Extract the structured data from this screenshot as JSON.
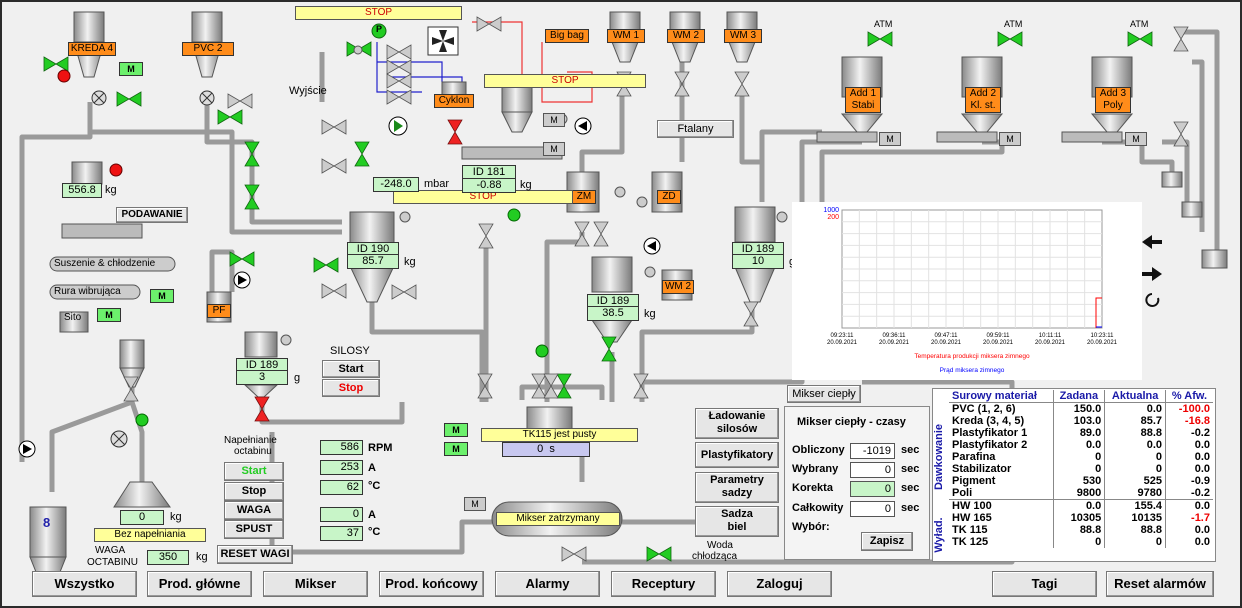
{
  "tanks": {
    "kreda4": "KREDA 4",
    "pvc2": "PVC 2",
    "cyklon": "Cyklon",
    "bigbag": "Big bag",
    "wm1": "WM 1",
    "wm2": "WM 2",
    "wm3": "WM 3",
    "zm": "ZM",
    "zd": "ZD",
    "wm2b": "WM 2",
    "pf": "PF",
    "add1a": "Add 1",
    "add1b": "Stabi",
    "add2a": "Add 2",
    "add2b": "Kl. st.",
    "add3a": "Add 3",
    "add3b": "Poly",
    "atm": "ATM",
    "p_label": "P"
  },
  "stop_bars": {
    "top": "STOP",
    "mid": "STOP",
    "lower": "STOP"
  },
  "labels": {
    "wyjscie": "Wyjście",
    "podawanie": "PODAWANIE",
    "suszenie": "Suszenie & chłodzenie",
    "rura": "Rura wibrująca",
    "sito": "Sito",
    "ftalany": "Ftalany",
    "silosy": "SILOSY",
    "woda": "Woda",
    "chlodzaca": "chłodząca",
    "napelnianie": "Napełnianie",
    "octabinu": "octabinu",
    "waga_octabinu1": "WAGA",
    "waga_octabinu2": "OCTABINU",
    "bez_napelniania": "Bez napełniania",
    "tk115": "TK115 jest pusty",
    "mikser_zatrzymany": "Mikser zatrzymany",
    "m": "M",
    "silo_num": "8"
  },
  "readings": {
    "weigh_556": "556.8",
    "unit_kg": "kg",
    "mbar_val": "-248.0",
    "mbar_unit": "mbar",
    "id181": "ID 181",
    "id181_val": "-0.88",
    "id190": "ID 190",
    "id190_val": "85.7",
    "id189_a": "ID 189",
    "id189_a_val": "38.5",
    "id189_b": "ID 189",
    "id189_b_val": "10",
    "id189_c": "ID 189",
    "id189_c_val": "3",
    "unit_g": "g",
    "tk115_val": "0",
    "tk115_unit": "s",
    "octabin_kg": "0",
    "waga_val": "350",
    "rpm": "586",
    "rpm_unit": "RPM",
    "amp1": "253",
    "amp_unit": "A",
    "temp1": "62",
    "temp_unit": "°C",
    "amp2": "0",
    "temp2": "37"
  },
  "buttons": {
    "silosy_start": "Start",
    "silosy_stop": "Stop",
    "oct_start": "Start",
    "oct_stop": "Stop",
    "oct_waga": "WAGA",
    "oct_spust": "SPUST",
    "reset_wagi": "RESET WAGI",
    "ladowanie1": "Ładowanie",
    "ladowanie2": "silosów",
    "plastyfikatory": "Plastyfikatory",
    "parametry1": "Parametry",
    "parametry2": "sadzy",
    "sadza1": "Sadza",
    "sadza2": "biel",
    "mikser_cieply": "Mikser ciepły",
    "zapisz": "Zapisz"
  },
  "mikser_panel": {
    "title": "Mikser ciepły - czasy",
    "obliczony": "Obliczony",
    "obliczony_val": "-1019",
    "wybrany": "Wybrany",
    "wybrany_val": "0",
    "korekta": "Korekta",
    "korekta_val": "0",
    "calkowity": "Całkowity",
    "calkowity_val": "0",
    "wybor": "Wybór:",
    "sec": "sec"
  },
  "chart_data": {
    "type": "line",
    "yaxis_left_red": "200",
    "yaxis_left_blue": "1000",
    "x_ticks": [
      "09:23:11",
      "09:36:11",
      "09:47:11",
      "09:59:11",
      "10:11:11",
      "10:23:11"
    ],
    "x_dates": [
      "20.09.2021",
      "20.09.2021",
      "20.09.2021",
      "20.09.2021",
      "20.09.2021",
      "20.09.2021"
    ],
    "legend_red": "Temperatura produkcji miksera zimnego",
    "legend_blue": "Prąd miksera zimnego",
    "colors": {
      "red": "#ff0000",
      "blue": "#0000ff"
    }
  },
  "materials": {
    "side_top": "Dawkowanie",
    "side_bottom": "Wyład.",
    "headers": [
      "Surowy materiał",
      "Zadana",
      "Aktualna",
      "% Afw."
    ],
    "rows": [
      [
        "PVC (1, 2, 6)",
        "150.0",
        "0.0",
        "-100.0"
      ],
      [
        "Kreda (3, 4, 5)",
        "103.0",
        "85.7",
        "-16.8"
      ],
      [
        "Plastyfikator 1",
        "89.0",
        "88.8",
        "-0.2"
      ],
      [
        "Plastyfikator 2",
        "0.0",
        "0.0",
        "0.0"
      ],
      [
        "Parafina",
        "0",
        "0",
        "0.0"
      ],
      [
        "Stabilizator",
        "0",
        "0",
        "0.0"
      ],
      [
        "Pigment",
        "530",
        "525",
        "-0.9"
      ],
      [
        "Poli",
        "9800",
        "9780",
        "-0.2"
      ],
      [
        "HW 100",
        "0.0",
        "155.4",
        "0.0"
      ],
      [
        "HW 165",
        "10305",
        "10135",
        "-1.7"
      ],
      [
        "TK 115",
        "88.8",
        "88.8",
        "0.0"
      ],
      [
        "TK 125",
        "0",
        "0",
        "0.0"
      ]
    ]
  },
  "nav": {
    "wszystko": "Wszystko",
    "prod_glowne": "Prod. główne",
    "mikser": "Mikser",
    "prod_koncowy": "Prod. końcowy",
    "alarmy": "Alarmy",
    "receptury": "Receptury",
    "zaloguj": "Zaloguj",
    "tagi": "Tagi",
    "reset_alarmow": "Reset alarmów"
  }
}
